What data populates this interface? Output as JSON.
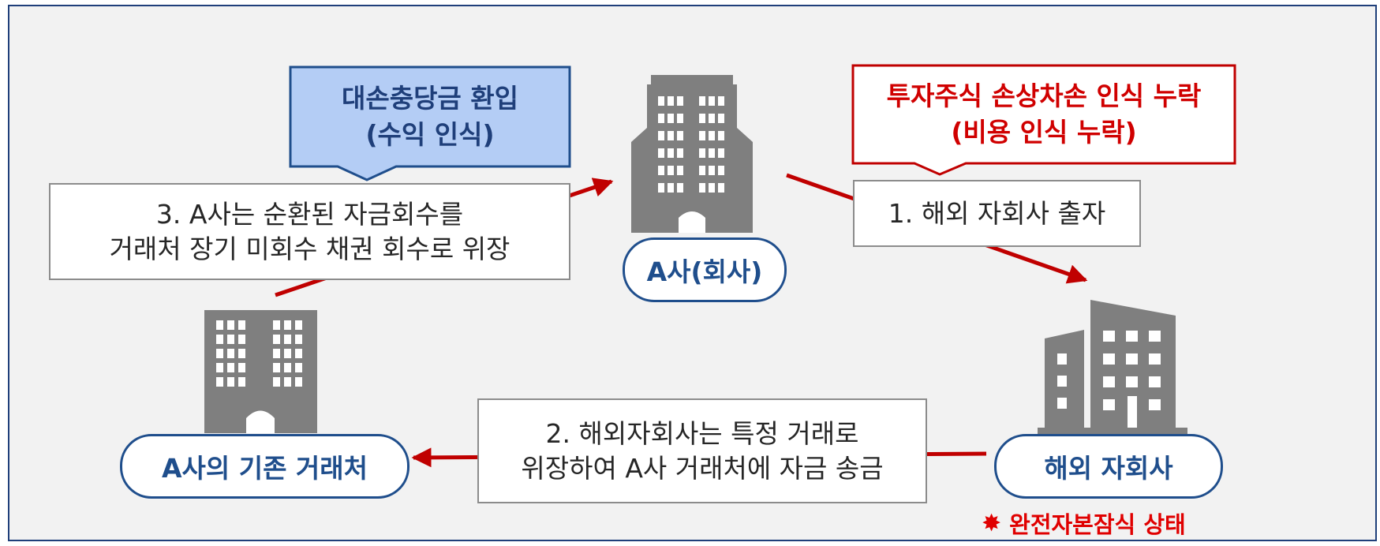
{
  "callouts": {
    "revenue": {
      "line1": "대손충당금 환입",
      "line2": "(수익 인식)"
    },
    "omission": {
      "line1": "투자주식 손상차손 인식 누락",
      "line2": "(비용 인식 누락)"
    }
  },
  "steps": {
    "step1": {
      "text": "1. 해외 자회사 출자"
    },
    "step2": {
      "line1": "2. 해외자회사는 특정 거래로",
      "line2": "위장하여 A사 거래처에 자금 송금"
    },
    "step3": {
      "line1": "3. A사는 순환된 자금회수를",
      "line2": "거래처 장기 미회수 채권 회수로 위장"
    }
  },
  "entities": {
    "company": "A사(회사)",
    "client": "A사의 기존 거래처",
    "subsidiary": "해외 자회사"
  },
  "note": {
    "symbol": "✸",
    "text": "완전자본잠식 상태"
  },
  "colors": {
    "navy": "#1f4e8c",
    "red": "#c00000",
    "callout_blue_fill": "#b4cdf5",
    "building_gray": "#7f7f7f",
    "background": "#f2f2f2"
  },
  "icons": [
    "building-icon",
    "building-icon",
    "building-icon",
    "arrow-icon"
  ]
}
